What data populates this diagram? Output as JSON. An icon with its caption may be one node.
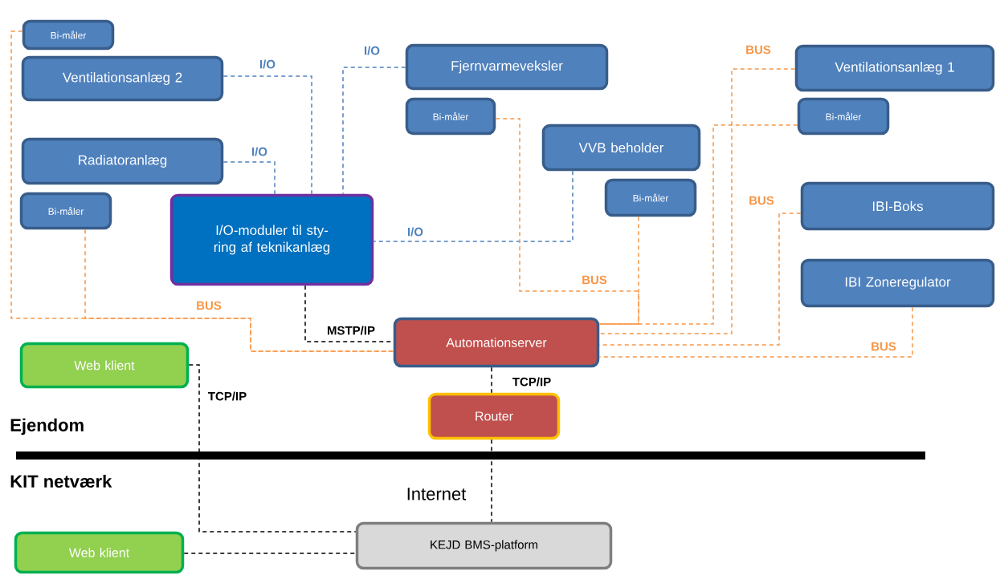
{
  "diagram": {
    "nodes": [
      {
        "text": [
          "Bi-måler"
        ]
      },
      {
        "text": [
          "Ventilationsanlæg 2"
        ]
      },
      {
        "text": [
          "Fjernvarmeveksler"
        ]
      },
      {
        "text": [
          "Ventilationsanlæg 1"
        ]
      },
      {
        "text": [
          "Bi-måler"
        ]
      },
      {
        "text": [
          "Bi-måler"
        ]
      },
      {
        "text": [
          "VVB beholder"
        ]
      },
      {
        "text": [
          "Radiatoranlæg"
        ]
      },
      {
        "text": [
          "Bi-måler"
        ]
      },
      {
        "text": [
          "I/O-moduler til sty- ring af teknikanlæg"
        ]
      },
      {
        "text": [
          "Bi-måler"
        ]
      },
      {
        "text": [
          "IBI-Boks"
        ]
      },
      {
        "text": [
          "IBI Zoneregulator"
        ]
      },
      {
        "text": [
          "Automationserver"
        ]
      },
      {
        "text": [
          "Web klient"
        ]
      },
      {
        "text": [
          "Router"
        ]
      },
      {
        "text": [
          "KEJD BMS-platform"
        ]
      },
      {
        "text": [
          "Web klient"
        ]
      }
    ],
    "edges": [
      {
        "from": 1,
        "to": 9,
        "arrow": "none",
        "label": "I/O",
        "style": "dashed",
        "color": "#4f81bd"
      },
      {
        "from": 2,
        "to": 9,
        "arrow": "none",
        "label": "I/O",
        "style": "dashed",
        "color": "#4f81bd"
      },
      {
        "from": 7,
        "to": 9,
        "arrow": "none",
        "label": "I/O",
        "style": "dashed",
        "color": "#4f81bd"
      },
      {
        "from": 6,
        "to": 9,
        "arrow": "none",
        "label": "I/O",
        "style": "dashed",
        "color": "#4f81bd"
      },
      {
        "from": 0,
        "to": 13,
        "arrow": "none",
        "label": "BUS",
        "style": "dashed",
        "color": "#f79646"
      },
      {
        "from": 8,
        "to": 13,
        "arrow": "none",
        "style": "dashed",
        "color": "#f79646"
      },
      {
        "from": 4,
        "to": 13,
        "arrow": "none",
        "label": "BUS",
        "style": "dashed",
        "color": "#f79646"
      },
      {
        "from": 10,
        "to": 13,
        "arrow": "none",
        "style": "dashed",
        "color": "#f79646"
      },
      {
        "from": 5,
        "to": 13,
        "arrow": "none",
        "style": "dashed",
        "color": "#f79646"
      },
      {
        "from": 3,
        "to": 13,
        "arrow": "none",
        "label": "BUS",
        "style": "dashed",
        "color": "#f79646"
      },
      {
        "from": 11,
        "to": 13,
        "arrow": "none",
        "label": "BUS",
        "style": "dashed",
        "color": "#f79646"
      },
      {
        "from": 12,
        "to": 13,
        "arrow": "none",
        "label": "BUS",
        "style": "dashed",
        "color": "#f79646"
      },
      {
        "from": 9,
        "to": 13,
        "arrow": "none",
        "label": "MSTP/IP",
        "style": "dashed",
        "color": "#000000"
      },
      {
        "from": 13,
        "to": 15,
        "arrow": "none",
        "label": "TCP/IP",
        "style": "dashed",
        "color": "#000000"
      },
      {
        "from": 15,
        "to": 16,
        "arrow": "none",
        "label": "Internet",
        "style": "dashed",
        "color": "#000000"
      },
      {
        "from": 14,
        "to": 16,
        "arrow": "none",
        "label": "TCP/IP",
        "style": "dashed",
        "color": "#000000"
      },
      {
        "from": 17,
        "to": 16,
        "arrow": "none",
        "style": "dashed",
        "color": "#000000"
      }
    ],
    "labels": [
      "Ejendom",
      "KIT netværk"
    ]
  }
}
